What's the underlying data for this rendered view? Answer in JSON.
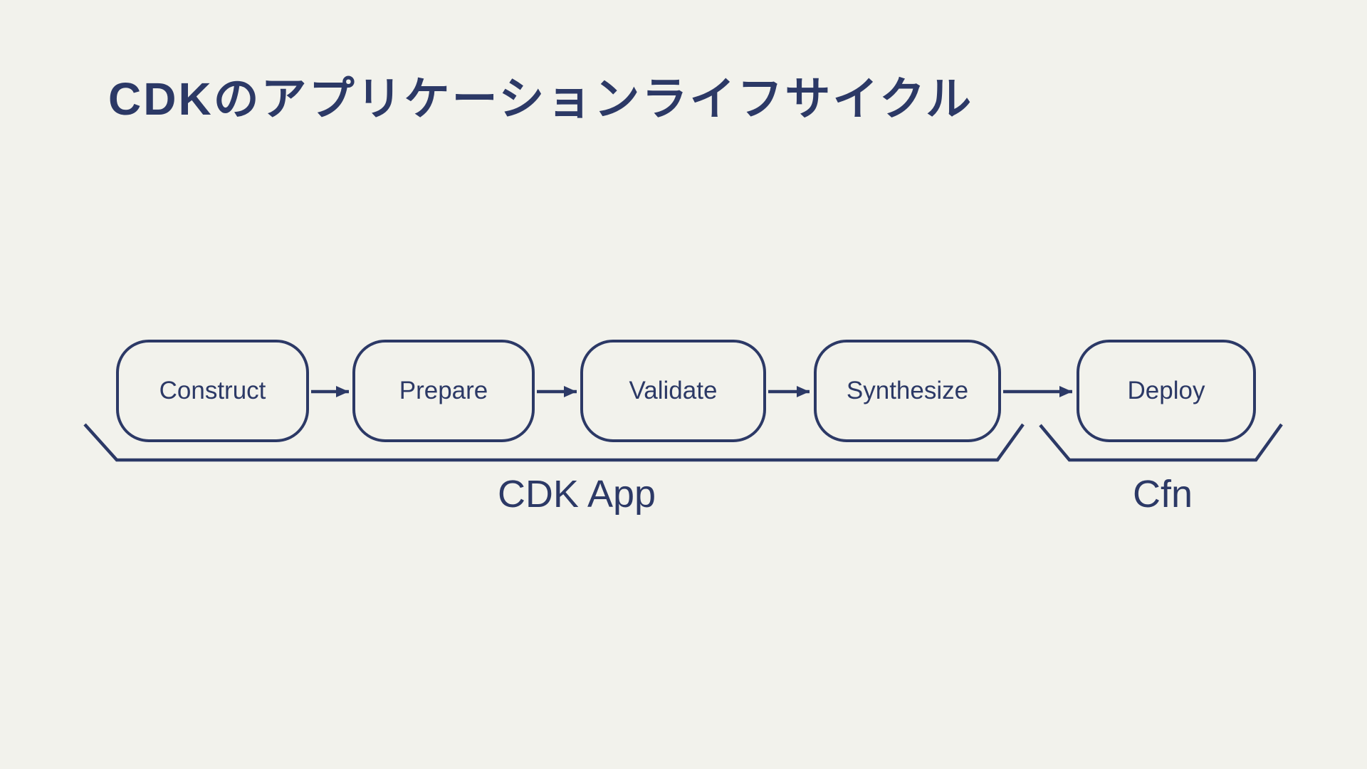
{
  "slide": {
    "title": "CDKのアプリケーションライフサイクル"
  },
  "pipeline": {
    "stages": [
      {
        "label": "Construct"
      },
      {
        "label": "Prepare"
      },
      {
        "label": "Validate"
      },
      {
        "label": "Synthesize"
      },
      {
        "label": "Deploy"
      }
    ]
  },
  "groups": {
    "cdk_app": {
      "label": "CDK App"
    },
    "cfn": {
      "label": "Cfn"
    }
  },
  "colors": {
    "background": "#f2f2ec",
    "ink": "#2c3966"
  }
}
